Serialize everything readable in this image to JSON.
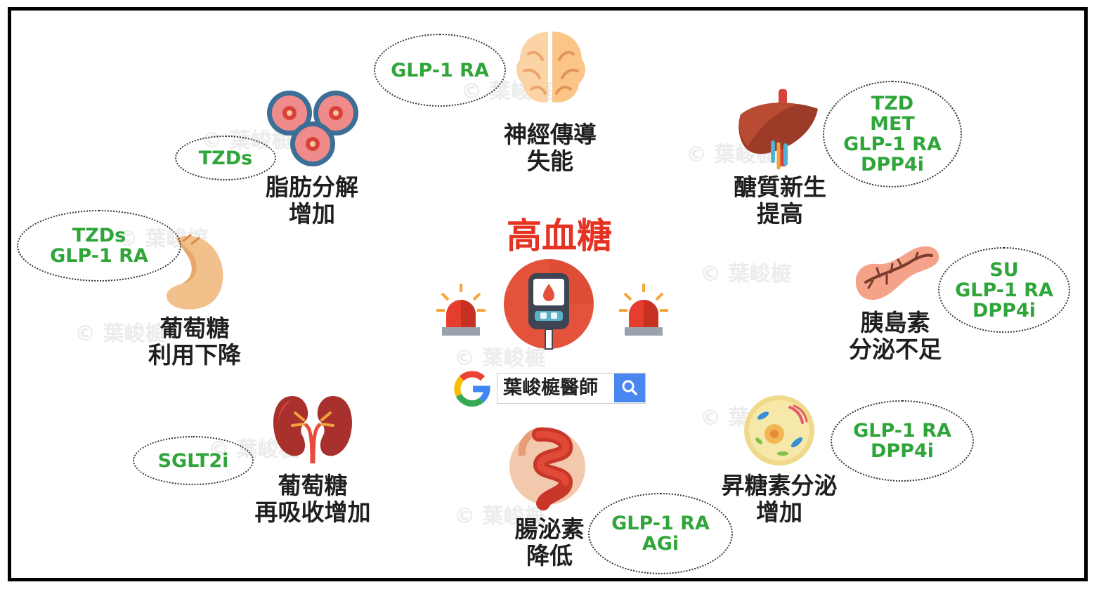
{
  "watermark": "© 葉峻榳",
  "center": {
    "title": "高血糖",
    "search_text": "葉峻榳醫師"
  },
  "nodes": {
    "brain": {
      "label": [
        "神經傳導",
        "失能"
      ],
      "drugs": [
        "GLP-1 RA"
      ]
    },
    "liver": {
      "label": [
        "醣質新生",
        "提高"
      ],
      "drugs": [
        "TZD",
        "MET",
        "GLP-1 RA",
        "DPP4i"
      ]
    },
    "pancreas": {
      "label": [
        "胰島素",
        "分泌不足"
      ],
      "drugs": [
        "SU",
        "GLP-1 RA",
        "DPP4i"
      ]
    },
    "alpha_cell": {
      "label": [
        "昇糖素分泌",
        "增加"
      ],
      "drugs": [
        "GLP-1 RA",
        "DPP4i"
      ]
    },
    "intestine": {
      "label": [
        "腸泌素",
        "降低"
      ],
      "drugs": [
        "GLP-1 RA",
        "AGi"
      ]
    },
    "kidney": {
      "label": [
        "葡萄糖",
        "再吸收增加"
      ],
      "drugs": [
        "SGLT2i"
      ]
    },
    "muscle": {
      "label": [
        "葡萄糖",
        "利用下降"
      ],
      "drugs": [
        "TZDs",
        "GLP-1 RA"
      ]
    },
    "fat": {
      "label": [
        "脂肪分解",
        "增加"
      ],
      "drugs": [
        "TZDs"
      ]
    }
  },
  "colors": {
    "title": "#e53222",
    "drug_text": "#2fa53a",
    "label_text": "#1f1f1f",
    "search_button": "#4a86f0"
  }
}
